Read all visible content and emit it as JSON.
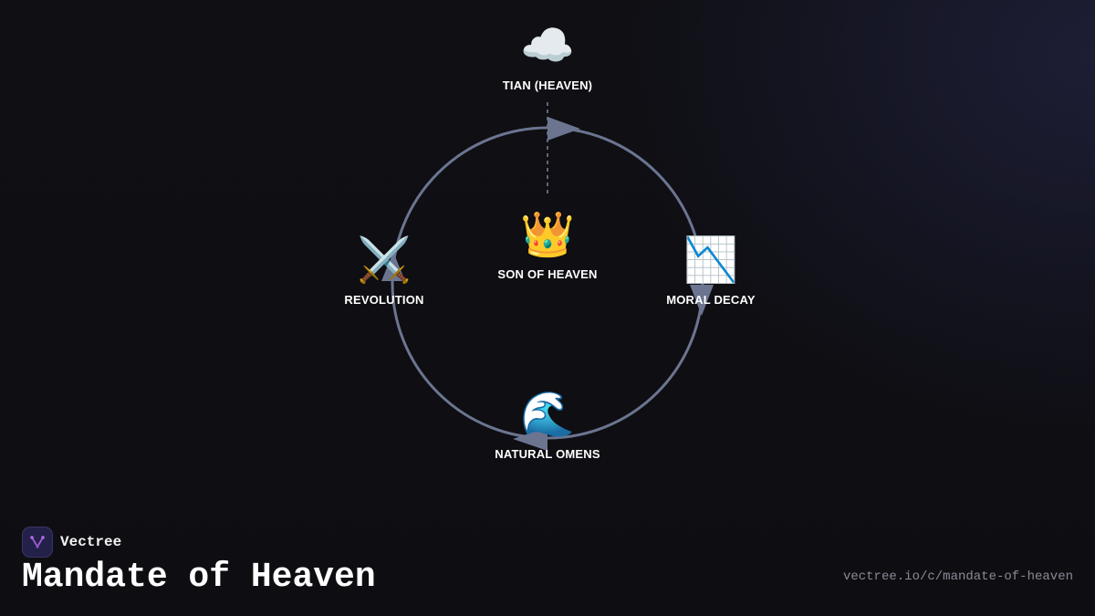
{
  "diagram": {
    "nodes": {
      "heaven": {
        "label": "TIAN (HEAVEN)",
        "icon": "cloud-icon",
        "emoji": "☁️"
      },
      "son": {
        "label": "SON OF HEAVEN",
        "icon": "crown-icon",
        "emoji": "👑"
      },
      "decay": {
        "label": "MORAL DECAY",
        "icon": "chart-decreasing-icon",
        "emoji": "📉"
      },
      "omens": {
        "label": "NATURAL OMENS",
        "icon": "wave-icon",
        "emoji": "🌊"
      },
      "revolution": {
        "label": "REVOLUTION",
        "icon": "crossed-swords-icon",
        "emoji": "⚔️"
      }
    },
    "cycle": [
      "son",
      "decay",
      "omens",
      "revolution",
      "son"
    ],
    "mandate_link": [
      "heaven",
      "son"
    ],
    "colors": {
      "cycle_stroke": "#6b7590",
      "background": "#0f0f14",
      "text": "#ffffff"
    }
  },
  "brand": {
    "name": "Vectree",
    "logo_icon": "vectree-logo-icon",
    "logo_color": "#a35bd6"
  },
  "title": "Mandate of Heaven",
  "url": "vectree.io/c/mandate-of-heaven"
}
